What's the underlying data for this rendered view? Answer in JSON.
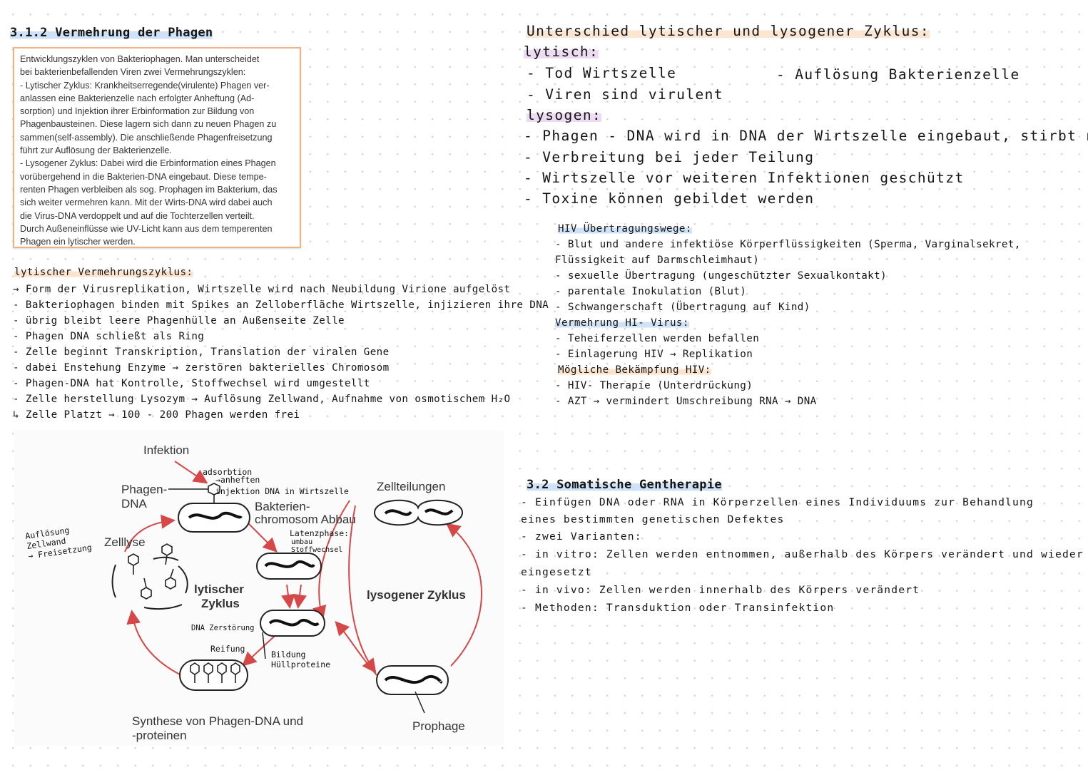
{
  "left": {
    "heading": "3.1.2 Vermehrung der Phagen",
    "box_lines": [
      "Entwicklungszyklen von Bakteriophagen. Man unterscheidet",
      "bei bakterienbefallenden Viren zwei Vermehrungszyklen:",
      "- Lytischer Zyklus: Krankheitserregende(virulente) Phagen ver-",
      "anlassen eine Bakterienzelle nach erfolgter Anheftung (Ad-",
      "sorption) und Injektion ihrer Erbinformation zur Bildung von",
      "Phagenbausteinen. Diese lagern sich dann zu neuen Phagen zu",
      "sammen(self-assembly). Die anschließende Phagenfreisetzung",
      "führt zur Auflösung der Bakterienzelle.",
      "- Lysogener Zyklus: Dabei wird die Erbinformation eines Phagen",
      "vorübergehend in die Bakterien-DNA eingebaut. Diese tempe-",
      "renten Phagen verbleiben als sog. Prophagen im Bakterium, das",
      "sich weiter vermehren kann. Mit der Wirts-DNA wird dabei auch",
      "die Virus-DNA verdoppelt und auf die Tochterzellen verteilt.",
      "Durch Außeneinflüsse wie UV-Licht kann aus dem temperenten",
      "Phagen ein lytischer werden."
    ],
    "lytic_title": "lytischer Vermehrungszyklus:",
    "lytic_items": [
      "→ Form der Virusreplikation, Wirtszelle wird nach Neubildung Virione aufgelöst",
      "- Bakteriophagen binden mit Spikes an Zelloberfläche Wirtszelle, injizieren ihre DNA",
      "- übrig bleibt leere Phagenhülle an Außenseite Zelle",
      "- Phagen DNA schließt als Ring",
      "- Zelle beginnt Transkription, Translation der viralen Gene",
      "- dabei Enstehung Enzyme → zerstören bakterielles Chromosom",
      "- Phagen-DNA hat Kontrolle, Stoffwechsel wird umgestellt",
      "- Zelle herstellung Lysozym → Auflösung Zellwand, Aufnahme von osmotischem H₂O",
      "↳ Zelle Platzt → 100 - 200 Phagen werden frei"
    ],
    "figure": {
      "infektion": "Infektion",
      "phagen_dna_1": "Phagen-",
      "phagen_dna_2": "DNA",
      "adsorption": "adsorbtion",
      "anheften": "→anheften",
      "injektion": "injektion DNA in Wirtszelle",
      "bakterien_1": "Bakterien-",
      "bakterien_2": "chromosom Abbau",
      "latenz_1": "Latenzphase:",
      "latenz_2": "umbau",
      "latenz_3": "Stoffwechsel",
      "zellteilungen": "Zellteilungen",
      "aufloesung_1": "Auflösung",
      "aufloesung_2": "Zellwand",
      "aufloesung_3": "→ Freisetzung",
      "zelllyse": "Zelllyse",
      "lytisch_1": "lytischer",
      "lytisch_2": "Zyklus",
      "lysogen": "lysogener Zyklus",
      "dna_zerstoerung": "DNA Zerstörung",
      "reifung": "Reifung",
      "bildung_1": "Bildung",
      "bildung_2": "Hüllproteine",
      "synthese_1": "Synthese von Phagen-DNA und",
      "synthese_2": "-proteinen",
      "prophage": "Prophage"
    }
  },
  "right": {
    "title": "Unterschied lytischer und lysogener Zyklus:",
    "lytisch_label": "lytisch:",
    "lytisch_items": [
      "- Tod Wirtszelle",
      "- Viren sind virulent"
    ],
    "lytisch_side": "- Auflösung Bakterienzelle",
    "lysogen_label": "lysogen:",
    "lysogen_items": [
      "- Phagen - DNA wird in DNA der Wirtszelle eingebaut, stirbt nicht",
      "- Verbreitung bei jeder Teilung",
      "- Wirtszelle vor weiteren Infektionen geschützt",
      "- Toxine können gebildet werden"
    ],
    "hiv_title": "HIV Übertragungswege:",
    "hiv_items": [
      "- Blut und andere infektiöse Körperflüssigkeiten (Sperma, Varginalsekret,",
      "  Flüssigkeit auf Darmschleimhaut)",
      "- sexuelle Übertragung (ungeschützter Sexualkontakt)",
      "- parentale Inokulation (Blut)",
      "- Schwangerschaft (Übertragung auf Kind)"
    ],
    "verm_title": "Vermehrung HI- Virus:",
    "verm_items": [
      "- Teheiferzellen werden befallen",
      "- Einlagerung HIV → Replikation"
    ],
    "bek_title": "Mögliche Bekämpfung HIV:",
    "bek_items": [
      "- HIV- Therapie (Unterdrückung)",
      "- AZT → vermindert Umschreibung RNA → DNA"
    ],
    "gt_title": "3.2 Somatische Gentherapie",
    "gt_items": [
      "- Einfügen DNA oder RNA in Körperzellen eines Individuums zur Behandlung",
      "  eines bestimmten genetischen Defektes",
      "- zwei Varianten:",
      "  - in vitro: Zellen werden entnommen, außerhalb des Körpers verändert und wieder",
      "    eingesetzt",
      "  - in vivo: Zellen werden innerhalb des Körpers verändert",
      "- Methoden: Transduktion oder Transinfektion"
    ]
  }
}
